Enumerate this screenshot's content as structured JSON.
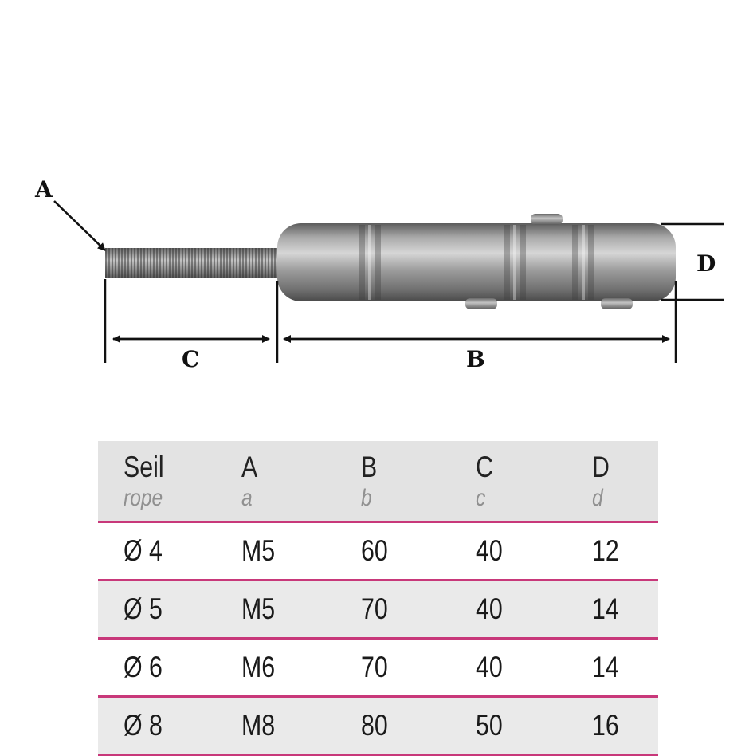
{
  "drawing": {
    "labels": {
      "a": "A",
      "b": "B",
      "c": "C",
      "d": "D"
    }
  },
  "table": {
    "headers": [
      {
        "main": "Seil",
        "sub": "rope"
      },
      {
        "main": "A",
        "sub": "a"
      },
      {
        "main": "B",
        "sub": "b"
      },
      {
        "main": "C",
        "sub": "c"
      },
      {
        "main": "D",
        "sub": "d"
      }
    ],
    "rows": [
      [
        "Ø 4",
        "M5",
        "60",
        "40",
        "12"
      ],
      [
        "Ø 5",
        "M5",
        "70",
        "40",
        "14"
      ],
      [
        "Ø 6",
        "M6",
        "70",
        "40",
        "14"
      ],
      [
        "Ø 8",
        "M8",
        "80",
        "50",
        "16"
      ]
    ],
    "colors": {
      "rule": "#c8387a",
      "header_bg": "#e3e3e3",
      "shade_bg": "#eaeaea"
    }
  }
}
